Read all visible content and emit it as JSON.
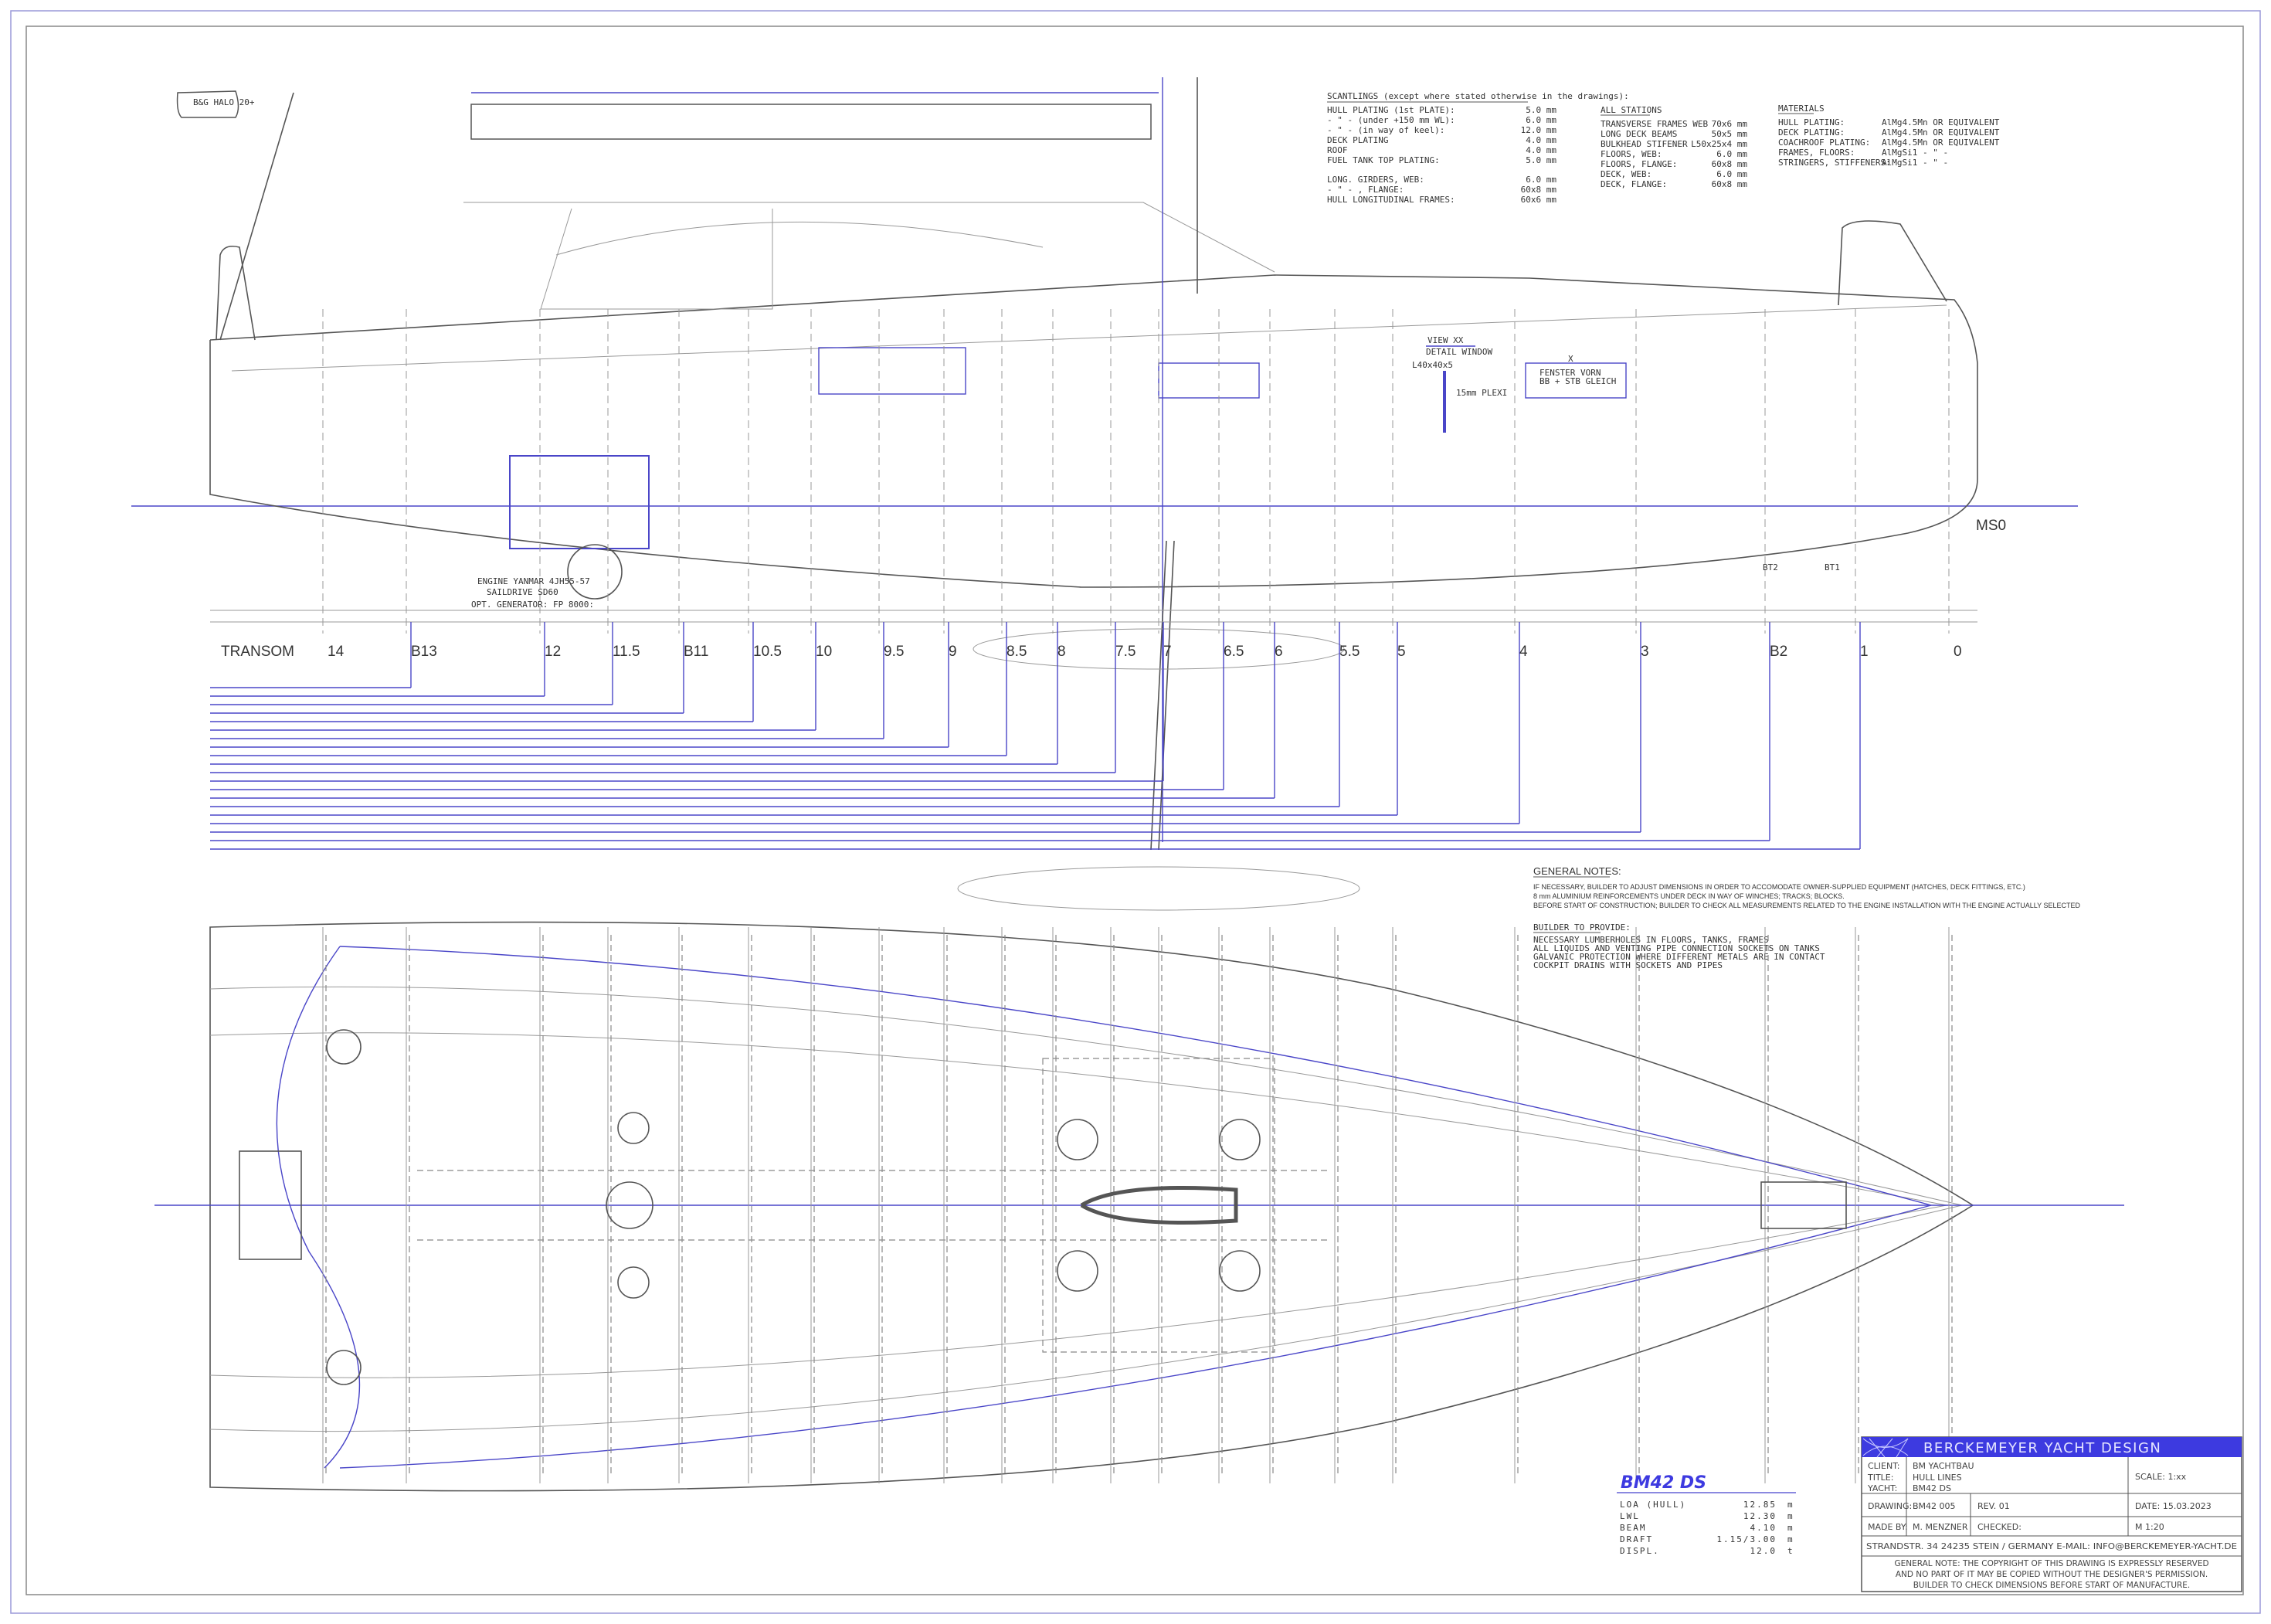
{
  "radar_label": "B&G HALO 20+",
  "scantlings": {
    "title": "SCANTLINGS (except where stated otherwise in the drawings):",
    "rows": [
      {
        "label": "HULL PLATING (1st PLATE):",
        "value": "5.0 mm"
      },
      {
        "label": "    - \" -     (under +150 mm WL):",
        "value": "6.0 mm"
      },
      {
        "label": "    - \" -     (in way of keel):",
        "value": "12.0 mm"
      },
      {
        "label": "DECK PLATING",
        "value": "4.0 mm"
      },
      {
        "label": "ROOF",
        "value": "4.0 mm"
      },
      {
        "label": "FUEL TANK TOP PLATING:",
        "value": "5.0 mm"
      },
      {
        "label": "LONG. GIRDERS, WEB:",
        "value": "6.0 mm"
      },
      {
        "label": "     - \" - , FLANGE:",
        "value": "60x8 mm"
      },
      {
        "label": "HULL  LONGITUDINAL FRAMES:",
        "value": "60x6 mm"
      }
    ]
  },
  "all_stations": {
    "title": "ALL STATIONS",
    "rows": [
      {
        "label": "TRANSVERSE FRAMES WEB",
        "value": "70x6 mm"
      },
      {
        "label": "LONG DECK BEAMS",
        "value": "50x5 mm"
      },
      {
        "label": "BULKHEAD STIFENER",
        "value": "L50x25x4 mm"
      },
      {
        "label": "FLOORS, WEB:",
        "value": "6.0 mm"
      },
      {
        "label": "FLOORS, FLANGE:",
        "value": "60x8 mm"
      },
      {
        "label": "DECK, WEB:",
        "value": "6.0 mm"
      },
      {
        "label": "DECK, FLANGE:",
        "value": "60x8 mm"
      }
    ]
  },
  "materials": {
    "title": "MATERIALS",
    "rows": [
      {
        "label": "HULL PLATING:",
        "value": "AlMg4.5Mn  OR EQUIVALENT"
      },
      {
        "label": "DECK PLATING:",
        "value": "AlMg4.5Mn  OR EQUIVALENT"
      },
      {
        "label": "COACHROOF PLATING:",
        "value": "AlMg4.5Mn  OR EQUIVALENT"
      },
      {
        "label": "FRAMES, FLOORS:",
        "value": "AlMgSi1       - \" -"
      },
      {
        "label": "STRINGERS, STIFFENERS:",
        "value": "AlMgSi1       - \" -"
      }
    ]
  },
  "view_xx": {
    "title": "VIEW XX",
    "subtitle": "DETAIL WINDOW",
    "angle_label": "L40x40x5",
    "plexi_label": "15mm PLEXI",
    "window_label_1": "FENSTER VORN",
    "window_label_2": "BB + STB GLEICH",
    "section_mark": "X"
  },
  "engine": {
    "line1": "ENGINE YANMAR 4JH55-57",
    "line2": "SAILDRIVE        SD60",
    "line3": "OPT. GENERATOR: FP 8000:"
  },
  "stations": [
    "TRANSOM",
    "14",
    "B13",
    "12",
    "11.5",
    "B11",
    "10.5",
    "10",
    "9.5",
    "9",
    "8.5",
    "8",
    "7.5",
    "7",
    "6.5",
    "6",
    "5.5",
    "5",
    "4",
    "3",
    "B2",
    "1",
    "0"
  ],
  "ms0_label": "MS0",
  "bt_labels": [
    "BT2",
    "BT1"
  ],
  "general_notes": {
    "title": "GENERAL NOTES:",
    "lines": [
      "IF NECESSARY, BUILDER TO ADJUST DIMENSIONS IN ORDER TO ACCOMODATE OWNER-SUPPLIED EQUIPMENT (HATCHES, DECK FITTINGS, ETC.)",
      "8 mm ALUMINIUM REINFORCEMENTS UNDER DECK IN WAY OF WINCHES; TRACKS; BLOCKS.",
      "BEFORE START OF CONSTRUCTION; BUILDER TO CHECK ALL MEASUREMENTS RELATED TO THE ENGINE INSTALLATION WITH THE ENGINE ACTUALLY SELECTED"
    ],
    "provide_title": "BUILDER TO PROVIDE:",
    "provide_lines": [
      "NECESSARY LUMBERHOLES IN FLOORS, TANKS, FRAMES",
      "ALL LIQUIDS AND VENTING PIPE CONNECTION SOCKETS ON TANKS",
      "GALVANIC PROTECTION WHERE DIFFERENT METALS ARE IN CONTACT",
      "COCKPIT DRAINS WITH SOCKETS AND PIPES"
    ]
  },
  "specs": {
    "name": "BM42 DS",
    "rows": [
      {
        "label": "LOA (HULL)",
        "value": "12.85",
        "unit": "m"
      },
      {
        "label": "LWL",
        "value": "12.30",
        "unit": "m"
      },
      {
        "label": "BEAM",
        "value": "4.10",
        "unit": "m"
      },
      {
        "label": "DRAFT",
        "value": "1.15/3.00",
        "unit": "m"
      },
      {
        "label": "DISPL.",
        "value": "12.0",
        "unit": "t"
      }
    ]
  },
  "title_block": {
    "company": "BERCKEMEYER YACHT DESIGN",
    "client_label": "CLIENT:",
    "client": "BM YACHTBAU",
    "title_label": "TITLE:",
    "title": "HULL LINES",
    "yacht_label": "YACHT:",
    "yacht": "BM42 DS",
    "scale": "SCALE: 1:xx",
    "drawing_label": "DRAWING:",
    "drawing": "BM42 005",
    "rev": "REV. 01",
    "date": "DATE: 15.03.2023",
    "made_by_label": "MADE BY:",
    "made_by": "M. MENZNER",
    "checked_label": "CHECKED:",
    "checked": "M 1:20",
    "address": "STRANDSTR. 34    24235 STEIN /  GERMANY     E-MAIL: INFO@BERCKEMEYER-YACHT.DE",
    "note_lines": [
      "GENERAL NOTE: THE COPYRIGHT OF THIS DRAWING IS EXPRESSLY RESERVED",
      "AND NO PART OF IT MAY BE COPIED WITHOUT THE DESIGNER'S PERMISSION.",
      "BUILDER TO CHECK DIMENSIONS BEFORE START OF MANUFACTURE."
    ]
  },
  "colors": {
    "accent": "#4a46c8",
    "line": "#555555",
    "banner": "#3d3ae0"
  }
}
